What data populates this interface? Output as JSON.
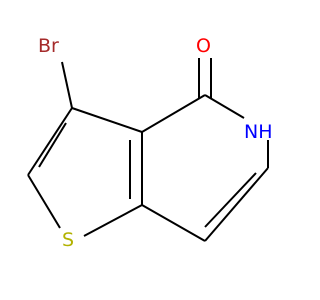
{
  "molecule": {
    "atoms": {
      "bromine": {
        "label": "Br",
        "color": "#A52A2A"
      },
      "oxygen": {
        "label": "O",
        "color": "#FF0000"
      },
      "nitrogen_h": {
        "label": "NH",
        "color": "#0000FF"
      },
      "sulfur": {
        "label": "S",
        "color": "#B2B200"
      }
    },
    "bond_color": "#000000"
  }
}
